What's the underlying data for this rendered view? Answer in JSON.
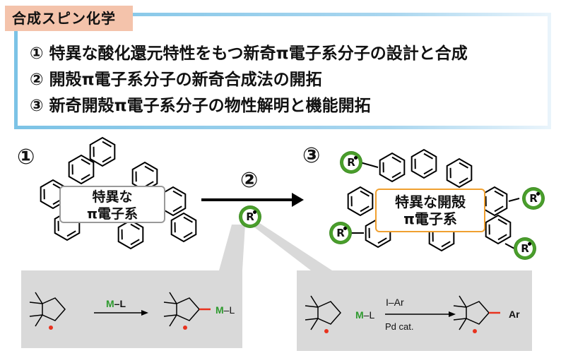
{
  "header": {
    "tag": "合成スピン化学"
  },
  "goals": [
    "① 特異な酸化還元特性をもつ新奇π電子系分子の設計と合成",
    "② 開殻π電子系分子の新奇合成法の開拓",
    "③ 新奇開殻π電子系分子の物性解明と機能開拓"
  ],
  "steps": {
    "one": "①",
    "two": "②",
    "three": "③"
  },
  "molecule1": {
    "line1": "特異な",
    "line2": "π電子系"
  },
  "molecule3": {
    "line1": "特異な開殻",
    "line2": "π電子系"
  },
  "radical_label": "R",
  "reaction1": {
    "reagent": "M–L",
    "product_group_m": "M",
    "product_group_l": "–L"
  },
  "reaction2": {
    "start_m": "M",
    "start_l": "–L",
    "reagent_top": "I–Ar",
    "reagent_bottom": "Pd cat.",
    "product_group": "Ar"
  },
  "colors": {
    "tag_bg": "#f4c3ab",
    "frame": "#7cc3e6",
    "radical": "#4a9e2c",
    "green_text": "#2e9a2e",
    "red": "#e8321e",
    "orange_box": "#f0a030",
    "panel": "#d9d9d9"
  }
}
